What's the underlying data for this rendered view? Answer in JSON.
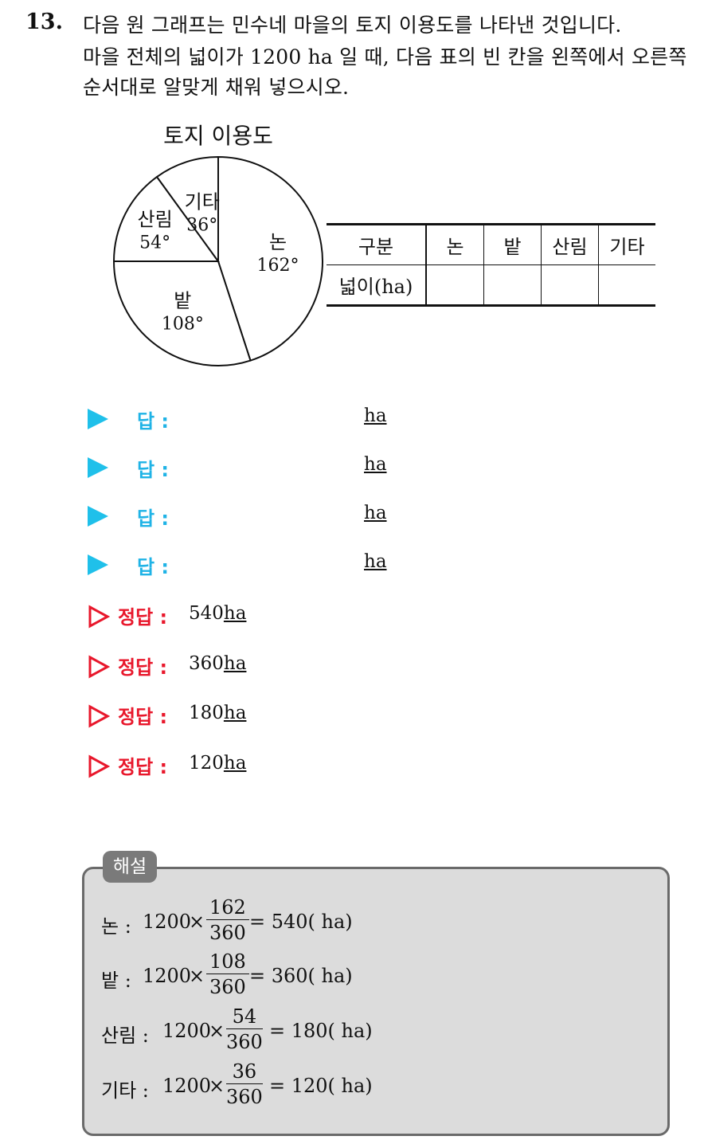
{
  "question": {
    "number": "13.",
    "lines": [
      "다음 원 그래프는 민수네 마을의 토지 이용도를 나타낸 것입니다.",
      "마을 전체의 넓이가 1200 ha 일 때, 다음 표의 빈 칸을 왼쪽에서 오른쪽",
      "순서대로 알맞게 채워 넣으시오."
    ]
  },
  "chart_data": {
    "type": "pie",
    "title": "토지 이용도",
    "unit": "°",
    "slices": [
      {
        "label": "논",
        "value": 162
      },
      {
        "label": "밭",
        "value": 108
      },
      {
        "label": "산림",
        "value": 54
      },
      {
        "label": "기타",
        "value": 36
      }
    ]
  },
  "table": {
    "headers": [
      "구분",
      "논",
      "밭",
      "산림",
      "기타"
    ],
    "row_label": "넓이(ha)",
    "cells": [
      "",
      "",
      "",
      ""
    ]
  },
  "answers": [
    {
      "label": "답 :",
      "unit": "ha"
    },
    {
      "label": "답 :",
      "unit": "ha"
    },
    {
      "label": "답 :",
      "unit": "ha"
    },
    {
      "label": "답 :",
      "unit": "ha"
    }
  ],
  "correct": [
    {
      "label": "정답 :",
      "value": "540",
      "unit": "ha"
    },
    {
      "label": "정답 :",
      "value": "360",
      "unit": "ha"
    },
    {
      "label": "정답 :",
      "value": "180",
      "unit": "ha"
    },
    {
      "label": "정답 :",
      "value": "120",
      "unit": "ha"
    }
  ],
  "colors": {
    "answer_accent": "#1fc0ea",
    "correct_accent": "#e8172b",
    "solution_bg": "#dcdcdc"
  },
  "solution": {
    "tag": "해설",
    "lines": [
      {
        "name": "논 : ",
        "total": "1200",
        "times": "×",
        "num": "162",
        "den": "360",
        "result": "= 540( ha)"
      },
      {
        "name": "밭 : ",
        "total": "1200",
        "times": "×",
        "num": "108",
        "den": "360",
        "result": "= 360( ha)"
      },
      {
        "name": "산림 : ",
        "total": "1200",
        "times": "×",
        "num": "54",
        "den": "360",
        "result": "= 180( ha)"
      },
      {
        "name": "기타 : ",
        "total": "1200",
        "times": "×",
        "num": "36",
        "den": "360",
        "result": "= 120( ha)"
      }
    ]
  }
}
